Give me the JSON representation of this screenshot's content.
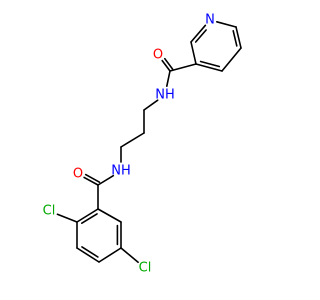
{
  "structure": {
    "colors": {
      "bond": "#000000",
      "N": "#0000ff",
      "O": "#ff0000",
      "Cl": "#00aa00",
      "C": "#000000"
    },
    "atoms": [
      {
        "id": "N_py",
        "element": "N",
        "label": "N"
      },
      {
        "id": "C_py2",
        "element": "C",
        "label": ""
      },
      {
        "id": "C_py3",
        "element": "C",
        "label": ""
      },
      {
        "id": "C_py4",
        "element": "C",
        "label": ""
      },
      {
        "id": "C_py5",
        "element": "C",
        "label": ""
      },
      {
        "id": "C_py6",
        "element": "C",
        "label": ""
      },
      {
        "id": "C_am1",
        "element": "C",
        "label": ""
      },
      {
        "id": "O_am1",
        "element": "O",
        "label": "O"
      },
      {
        "id": "N_am1",
        "element": "N",
        "label": "NH"
      },
      {
        "id": "C_ch1",
        "element": "C",
        "label": ""
      },
      {
        "id": "C_ch2",
        "element": "C",
        "label": ""
      },
      {
        "id": "C_ch3",
        "element": "C",
        "label": ""
      },
      {
        "id": "N_am2",
        "element": "N",
        "label": "NH"
      },
      {
        "id": "C_am2",
        "element": "C",
        "label": ""
      },
      {
        "id": "O_am2",
        "element": "O",
        "label": "O"
      },
      {
        "id": "C_bz1",
        "element": "C",
        "label": ""
      },
      {
        "id": "C_bz2",
        "element": "C",
        "label": ""
      },
      {
        "id": "C_bz3",
        "element": "C",
        "label": ""
      },
      {
        "id": "C_bz4",
        "element": "C",
        "label": ""
      },
      {
        "id": "C_bz5",
        "element": "C",
        "label": ""
      },
      {
        "id": "C_bz6",
        "element": "C",
        "label": ""
      },
      {
        "id": "Cl_1",
        "element": "Cl",
        "label": "Cl"
      },
      {
        "id": "Cl_2",
        "element": "Cl",
        "label": "Cl"
      }
    ],
    "bonds": [
      {
        "a": "N_py",
        "b": "C_py2",
        "order": 2
      },
      {
        "a": "C_py2",
        "b": "C_py3",
        "order": 1
      },
      {
        "a": "C_py3",
        "b": "C_py4",
        "order": 2
      },
      {
        "a": "C_py4",
        "b": "C_py5",
        "order": 1
      },
      {
        "a": "C_py5",
        "b": "C_py6",
        "order": 2
      },
      {
        "a": "C_py6",
        "b": "N_py",
        "order": 1
      },
      {
        "a": "C_py3",
        "b": "C_am1",
        "order": 1
      },
      {
        "a": "C_am1",
        "b": "O_am1",
        "order": 2
      },
      {
        "a": "C_am1",
        "b": "N_am1",
        "order": 1
      },
      {
        "a": "N_am1",
        "b": "C_ch1",
        "order": 1
      },
      {
        "a": "C_ch1",
        "b": "C_ch2",
        "order": 1
      },
      {
        "a": "C_ch2",
        "b": "C_ch3",
        "order": 1
      },
      {
        "a": "C_ch3",
        "b": "N_am2",
        "order": 1
      },
      {
        "a": "N_am2",
        "b": "C_am2",
        "order": 1
      },
      {
        "a": "C_am2",
        "b": "O_am2",
        "order": 2
      },
      {
        "a": "C_am2",
        "b": "C_bz1",
        "order": 1
      },
      {
        "a": "C_bz1",
        "b": "C_bz2",
        "order": 2
      },
      {
        "a": "C_bz2",
        "b": "C_bz3",
        "order": 1
      },
      {
        "a": "C_bz3",
        "b": "C_bz4",
        "order": 2
      },
      {
        "a": "C_bz4",
        "b": "C_bz5",
        "order": 1
      },
      {
        "a": "C_bz5",
        "b": "C_bz6",
        "order": 2
      },
      {
        "a": "C_bz6",
        "b": "C_bz1",
        "order": 1
      },
      {
        "a": "C_bz2",
        "b": "Cl_1",
        "order": 1
      },
      {
        "a": "C_bz5",
        "b": "Cl_2",
        "order": 1
      }
    ]
  }
}
